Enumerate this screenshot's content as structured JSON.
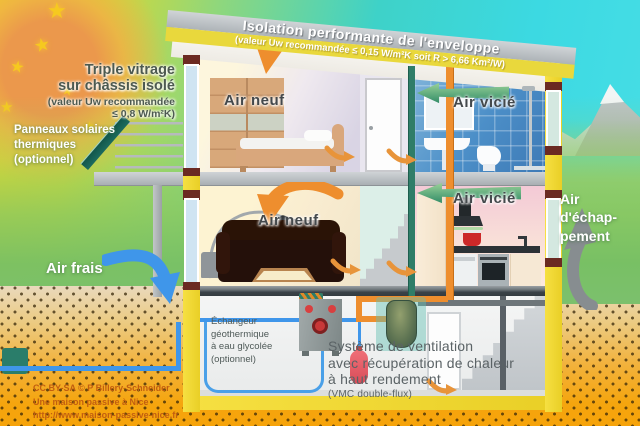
{
  "title": {
    "main": "Isolation performante de l'enveloppe",
    "subtitle": "(valeur Uw recommandée ≤ 0,15 W/m²K soit R > 6,66 Km²/W)"
  },
  "labels": {
    "triple_glazing": [
      "Triple vitrage",
      "sur châssis isolé",
      "(valeur Uw recommandée",
      "≤ 0,8 W/m²K)"
    ],
    "solar_panels": [
      "Panneaux solaires",
      "thermiques",
      "(optionnel)"
    ],
    "fresh_air": "Air frais",
    "bedroom_air": "Air neuf",
    "bathroom_air": "Air vicié",
    "living_air": "Air neuf",
    "kitchen_air": "Air vicié",
    "exhaust_air": [
      "Air",
      "d'échap-",
      "pement"
    ],
    "geothermal_exchanger": [
      "Échangeur",
      "géothermique",
      "à eau glycolée",
      "(optionnel)"
    ],
    "ventilation_system": [
      "Système de ventilation",
      "avec récupération de chaleur",
      "à haut rendement",
      "(VMC double-flux)"
    ]
  },
  "credit": [
    "CC BY-SA © P Billery-Schneider",
    "Une maison passive à Nice",
    "http://www.maison-passive-nice.fr"
  ],
  "icons": {
    "supply_air_arrow": "curved orange arrow blowing fresh air into room",
    "extract_air_arrow": "green tapered arrow extracting stale air",
    "fresh_intake_arrow": "blue curved arrow of fresh outdoor air intake",
    "exhaust_air_arrow": "gray curved arrow of exhaust air leaving ground",
    "transfer_air_arrow": "small orange arrow of air transfer under doors",
    "star": "★",
    "sun": "sun glow"
  },
  "colors": {
    "supply": "#ee8e2e",
    "extract": "#2f7d68",
    "intake": "#3f96ea",
    "exhaust": "#878d90",
    "insulation": "#f2d834",
    "roof": "#b9bfc3",
    "band": "#e9d83c",
    "tile_blue": "#4c8fc8",
    "ground": "#f3a814",
    "hills": "#7cc06e",
    "sky": "#3ed8e0",
    "sun": "#eb984c",
    "star": "#f6c91f",
    "lintel": "#6b2a22",
    "alert_red": "#d84040"
  }
}
